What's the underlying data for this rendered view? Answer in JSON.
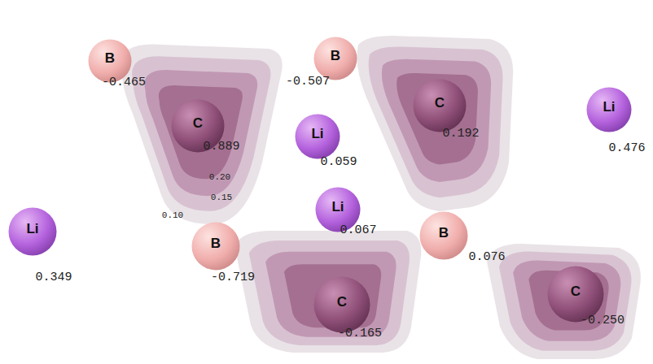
{
  "diagram": {
    "nodes": [
      {
        "text": [
          "B",
          "-0.465"
        ]
      },
      {
        "text": [
          "B",
          "-0.507"
        ]
      },
      {
        "text": [
          "C",
          "0.889"
        ]
      },
      {
        "text": [
          "C",
          "0.192"
        ]
      },
      {
        "text": [
          "Li",
          "0.476"
        ]
      },
      {
        "text": [
          "Li",
          "0.059"
        ]
      },
      {
        "text": [
          "Li",
          "0.349"
        ]
      },
      {
        "text": [
          "Li",
          "0.067"
        ]
      },
      {
        "text": [
          "B",
          "-0.719"
        ]
      },
      {
        "text": [
          "B",
          "0.076"
        ]
      },
      {
        "text": [
          "C",
          "-0.165"
        ]
      },
      {
        "text": [
          "C",
          "-0.250"
        ]
      }
    ],
    "labels": [
      "0.20",
      "0.15",
      "0.10"
    ]
  }
}
